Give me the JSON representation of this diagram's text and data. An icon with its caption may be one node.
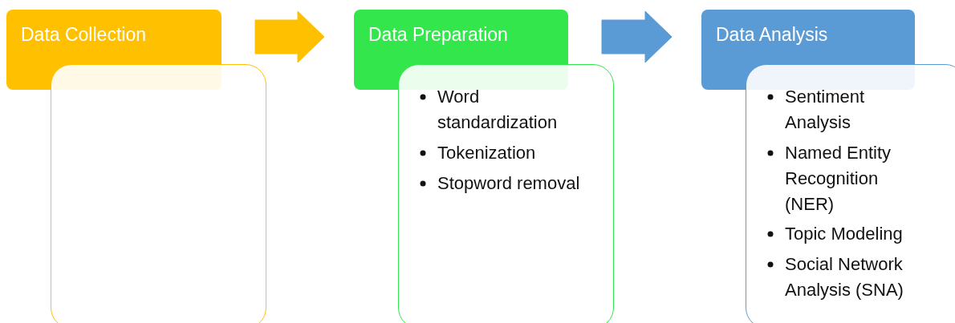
{
  "diagram": {
    "nodes": [
      {
        "text": [
          "Data Collection"
        ]
      },
      {
        "text": [],
        "shape": "box"
      },
      {
        "text": [
          "Data Preparation"
        ]
      },
      {
        "text": [
          "Word standardization",
          "Tokenization",
          "Stopword removal"
        ]
      },
      {
        "text": [
          "Data Analysis"
        ]
      },
      {
        "text": [
          "Sentiment Analysis",
          "Named Entity Recognition (NER)",
          "Topic Modeling",
          "Social Network Analysis (SNA)"
        ]
      }
    ],
    "edges": [
      {
        "from": 0,
        "to": 2,
        "arrow": "to",
        "color": "#ffc000"
      },
      {
        "from": 2,
        "to": 4,
        "arrow": "to",
        "color": "#5b9bd5"
      }
    ]
  }
}
